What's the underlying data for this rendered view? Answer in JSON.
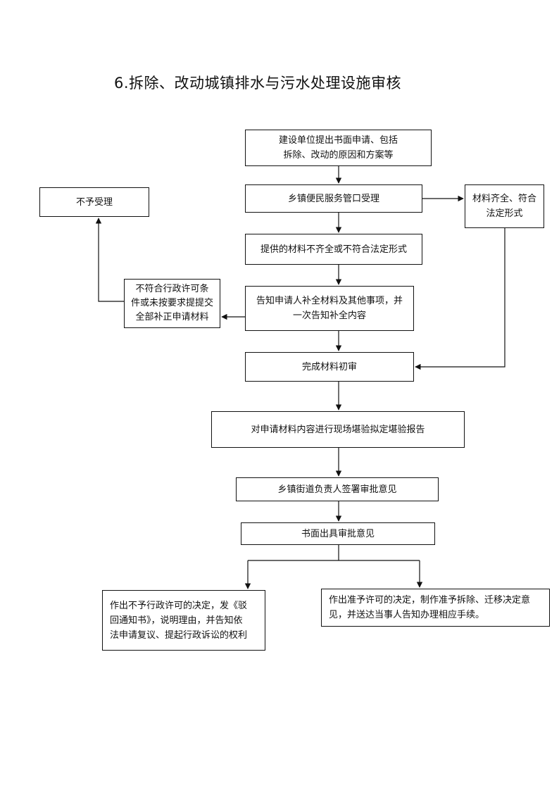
{
  "title": "6.拆除、改动城镇排水与污水处理设施审核",
  "nodes": {
    "apply": "建设单位提出书面申请、包括\n拆除、改动的原因和方案等",
    "accept": "乡镇便民服务管口受理",
    "reject": "不予受理",
    "complete": "材料齐全、符合\n法定形式",
    "incomplete": "提供的材料不齐全或不符合法定形式",
    "notify": "告知申请人补全材料及其他事项，并\n一次告知补全内容",
    "noncompliant": "不符合行政许可条\n件或未按要求提提交\n全部补正申请材料",
    "prereview": "完成材料初审",
    "survey": "对申请材料内容进行现场堪验拟定堪验报告",
    "sign": "乡镇街道负责人签署审批意见",
    "written": "书面出具审批意见",
    "deny": "作出不予行政许可的决定，发《驳\n回通知书》，说明理由，并告知依\n法申请复议、提起行政诉讼的权利",
    "grant": "作出准予许可的决定，制作准予拆除、迁移决定意\n见，并送达当事人告知办理相应手续。"
  }
}
